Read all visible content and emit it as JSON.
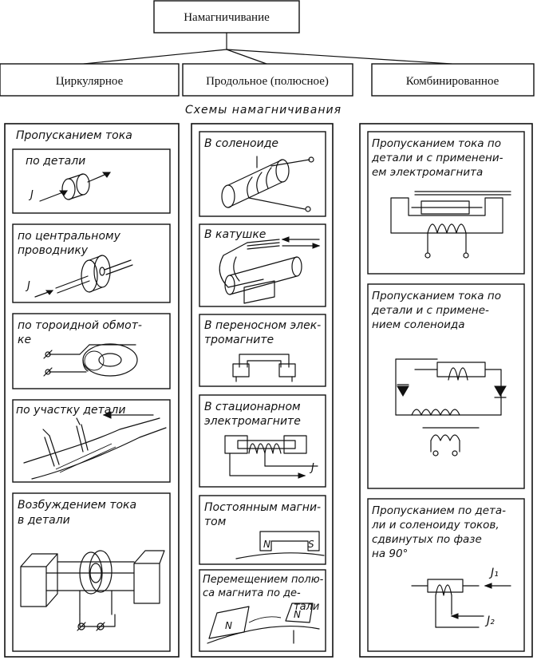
{
  "root": {
    "label": "Намагничивание"
  },
  "categories": {
    "circular": "Циркулярное",
    "longitudinal": "Продольное (полюсное)",
    "combined": "Комбинированное"
  },
  "schemes_heading": "Схемы намагничивания",
  "circular": {
    "group_title": "Пропусканием тока",
    "cards": [
      {
        "lines": [
          "по детали"
        ],
        "current_label": "J"
      },
      {
        "lines": [
          "по центральному",
          "проводнику"
        ],
        "current_label": "J"
      },
      {
        "lines": [
          "по тороидной обмот-",
          "ке"
        ]
      },
      {
        "lines": [
          "по участку детали"
        ]
      },
      {
        "lines": [
          "Возбуждением тока",
          "в детали"
        ]
      }
    ]
  },
  "longitudinal": {
    "cards": [
      {
        "lines": [
          "В соленоиде"
        ]
      },
      {
        "lines": [
          "В катушке"
        ]
      },
      {
        "lines": [
          "В переносном элек-",
          "тромагните"
        ]
      },
      {
        "lines": [
          "В стационарном",
          "электромагните"
        ],
        "current_label": "J"
      },
      {
        "lines": [
          "Постоянным магни-",
          "том"
        ],
        "poles": [
          "N",
          "S"
        ]
      },
      {
        "lines": [
          "Перемещением полю-",
          "са магнита  по де-",
          "тали"
        ],
        "poles": [
          "N",
          "N"
        ]
      }
    ]
  },
  "combined": {
    "cards": [
      {
        "lines": [
          "Пропусканием тока по",
          "детали и с применени-",
          "ем электромагнита"
        ]
      },
      {
        "lines": [
          "Пропусканием тока по",
          "детали и с примене-",
          "нием  соленоида"
        ]
      },
      {
        "lines": [
          "Пропусканием по дета-",
          "ли и соленоиду токов,",
          "сдвинутых по фазе",
          "на 90°"
        ],
        "currents": [
          "J₁",
          "J₂"
        ]
      }
    ]
  }
}
